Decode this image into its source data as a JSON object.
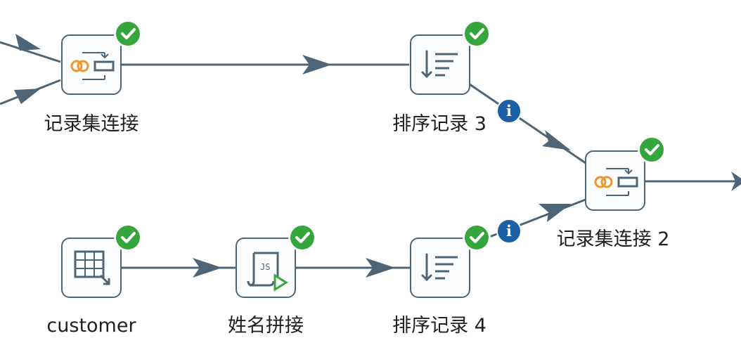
{
  "steps": {
    "join1": {
      "label": "记录集连接"
    },
    "sort3": {
      "label": "排序记录 3"
    },
    "join2": {
      "label": "记录集连接 2"
    },
    "customer": {
      "label": "customer"
    },
    "concat": {
      "label": "姓名拼接"
    },
    "sort4": {
      "label": "排序记录 4"
    }
  },
  "icons": {
    "join": "merge-join-icon",
    "sort": "sort-rows-icon",
    "table": "table-input-icon",
    "script": "javascript-icon",
    "status": "check-icon",
    "hop_info": "info-icon"
  },
  "hop_info_glyph": "i",
  "colors": {
    "hop": "#4e6578",
    "status_ok": "#35a63b",
    "info": "#1d5fa5",
    "join_rings": "#f0962e",
    "script_play": "#3aa63a"
  }
}
